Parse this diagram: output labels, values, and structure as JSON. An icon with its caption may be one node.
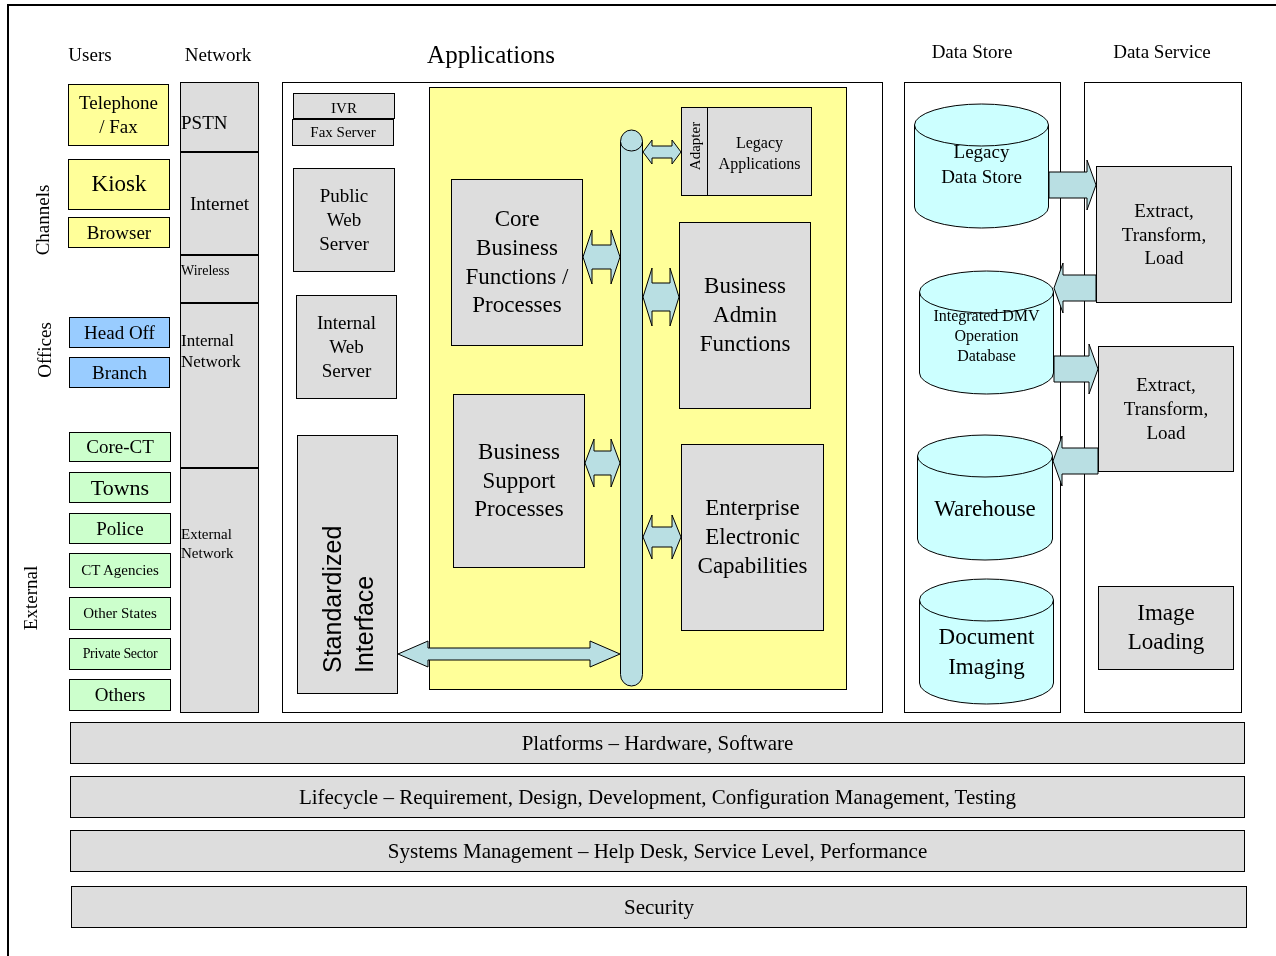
{
  "diagram": {
    "nodes": [
      {
        "text": [
          "Telephone / Fax"
        ]
      },
      {
        "text": [
          "Kiosk"
        ]
      },
      {
        "text": [
          "Browser"
        ]
      },
      {
        "text": [
          "Head Off"
        ]
      },
      {
        "text": [
          "Branch"
        ]
      },
      {
        "text": [
          "Core-CT"
        ]
      },
      {
        "text": [
          "Towns"
        ]
      },
      {
        "text": [
          "Police"
        ]
      },
      {
        "text": [
          "CT Agencies"
        ]
      },
      {
        "text": [
          "Other States"
        ]
      },
      {
        "text": [
          "Private Sector"
        ]
      },
      {
        "text": [
          "Others"
        ]
      },
      {
        "text": [
          "PSTN"
        ]
      },
      {
        "text": [
          "Internet"
        ]
      },
      {
        "text": [
          "Wireless"
        ]
      },
      {
        "text": [
          "Internal Network"
        ]
      },
      {
        "text": [
          "External Network"
        ]
      },
      {
        "text": [
          "Applications"
        ]
      },
      {
        "text": [
          "IVR"
        ],
        "in": 17
      },
      {
        "text": [
          "Fax Server"
        ],
        "in": 17
      },
      {
        "text": [
          "Public Web Server"
        ],
        "in": 17
      },
      {
        "text": [
          "Internal Web Server"
        ],
        "in": 17
      },
      {
        "text": [
          "Standardized Interface"
        ],
        "in": 17
      },
      {
        "text": [],
        "shape": "box",
        "in": 17
      },
      {
        "text": [],
        "shape": "cylinder",
        "in": 23
      },
      {
        "text": [
          "Core Business Functions / Processes"
        ],
        "in": 23
      },
      {
        "text": [
          "Business Support Processes"
        ],
        "in": 23
      },
      {
        "text": [
          "Adapter",
          "Legacy Applications"
        ],
        "in": 23
      },
      {
        "text": [
          "Business Admin Functions"
        ],
        "in": 23
      },
      {
        "text": [
          "Enterprise Electronic Capabilities"
        ],
        "in": 23
      },
      {
        "text": [
          "Data Store"
        ]
      },
      {
        "text": [
          "Legacy Data Store"
        ],
        "in": 30
      },
      {
        "text": [
          "Integrated DMV Operation Database"
        ],
        "in": 30
      },
      {
        "text": [
          "Warehouse"
        ],
        "in": 30
      },
      {
        "text": [
          "Document Imaging"
        ],
        "in": 30
      },
      {
        "text": [
          "Data Service"
        ]
      },
      {
        "text": [
          "Extract, Transform, Load"
        ],
        "in": 35
      },
      {
        "text": [
          "Extract, Transform, Load"
        ],
        "in": 35
      },
      {
        "text": [
          "Image Loading"
        ],
        "in": 35
      },
      {
        "text": [
          "Platforms – Hardware, Software"
        ]
      },
      {
        "text": [
          "Lifecycle – Requirement, Design, Development, Configuration Management, Testing"
        ]
      },
      {
        "text": [
          "Systems Management – Help Desk, Service Level, Performance"
        ]
      },
      {
        "text": [
          "Security"
        ]
      }
    ],
    "edges": [
      {
        "from": 25,
        "to": 24,
        "arrow": "both"
      },
      {
        "from": 26,
        "to": 24,
        "arrow": "both"
      },
      {
        "from": 24,
        "to": 27,
        "arrow": "both"
      },
      {
        "from": 24,
        "to": 28,
        "arrow": "both"
      },
      {
        "from": 24,
        "to": 29,
        "arrow": "both"
      },
      {
        "from": 22,
        "to": 24,
        "arrow": "both"
      },
      {
        "from": 31,
        "to": 36,
        "arrow": "to"
      },
      {
        "from": 36,
        "to": 32,
        "arrow": "to"
      },
      {
        "from": 32,
        "to": 37,
        "arrow": "to"
      },
      {
        "from": 37,
        "to": 33,
        "arrow": "to"
      }
    ],
    "labels": [
      "Users",
      "Network",
      "Channels",
      "Offices",
      "External"
    ]
  }
}
